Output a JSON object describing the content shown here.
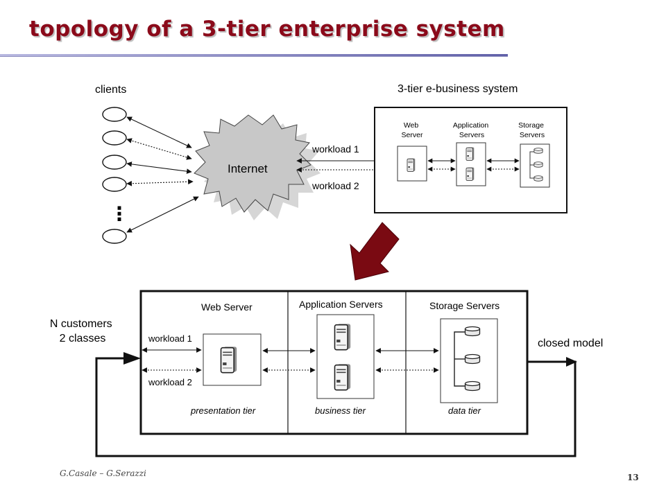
{
  "slide": {
    "title": "topology of a 3-tier enterprise system",
    "author": "G.Casale – G.Serazzi",
    "page_number": "13"
  },
  "top_diagram": {
    "clients_label": "clients",
    "ellipsis": "⋮",
    "cloud_label": "Internet",
    "workload1": "workload 1",
    "workload2": "workload 2",
    "system_title": "3-tier e-business system",
    "web_line1": "Web",
    "web_line2": "Server",
    "app_line1": "Application",
    "app_line2": "Servers",
    "sto_line1": "Storage",
    "sto_line2": "Servers"
  },
  "bottom_diagram": {
    "customers_line1": "N customers",
    "customers_line2": "2 classes",
    "model_label": "closed model",
    "web_title": "Web Server",
    "app_title": "Application Servers",
    "sto_title": "Storage Servers",
    "workload1": "workload 1",
    "workload2": "workload 2",
    "tier1": "presentation tier",
    "tier2": "business tier",
    "tier3": "data tier"
  },
  "colors": {
    "title": "#8b0a1a",
    "big_arrow": "#7a0a12",
    "cloud_fill": "#c8c8c8"
  }
}
